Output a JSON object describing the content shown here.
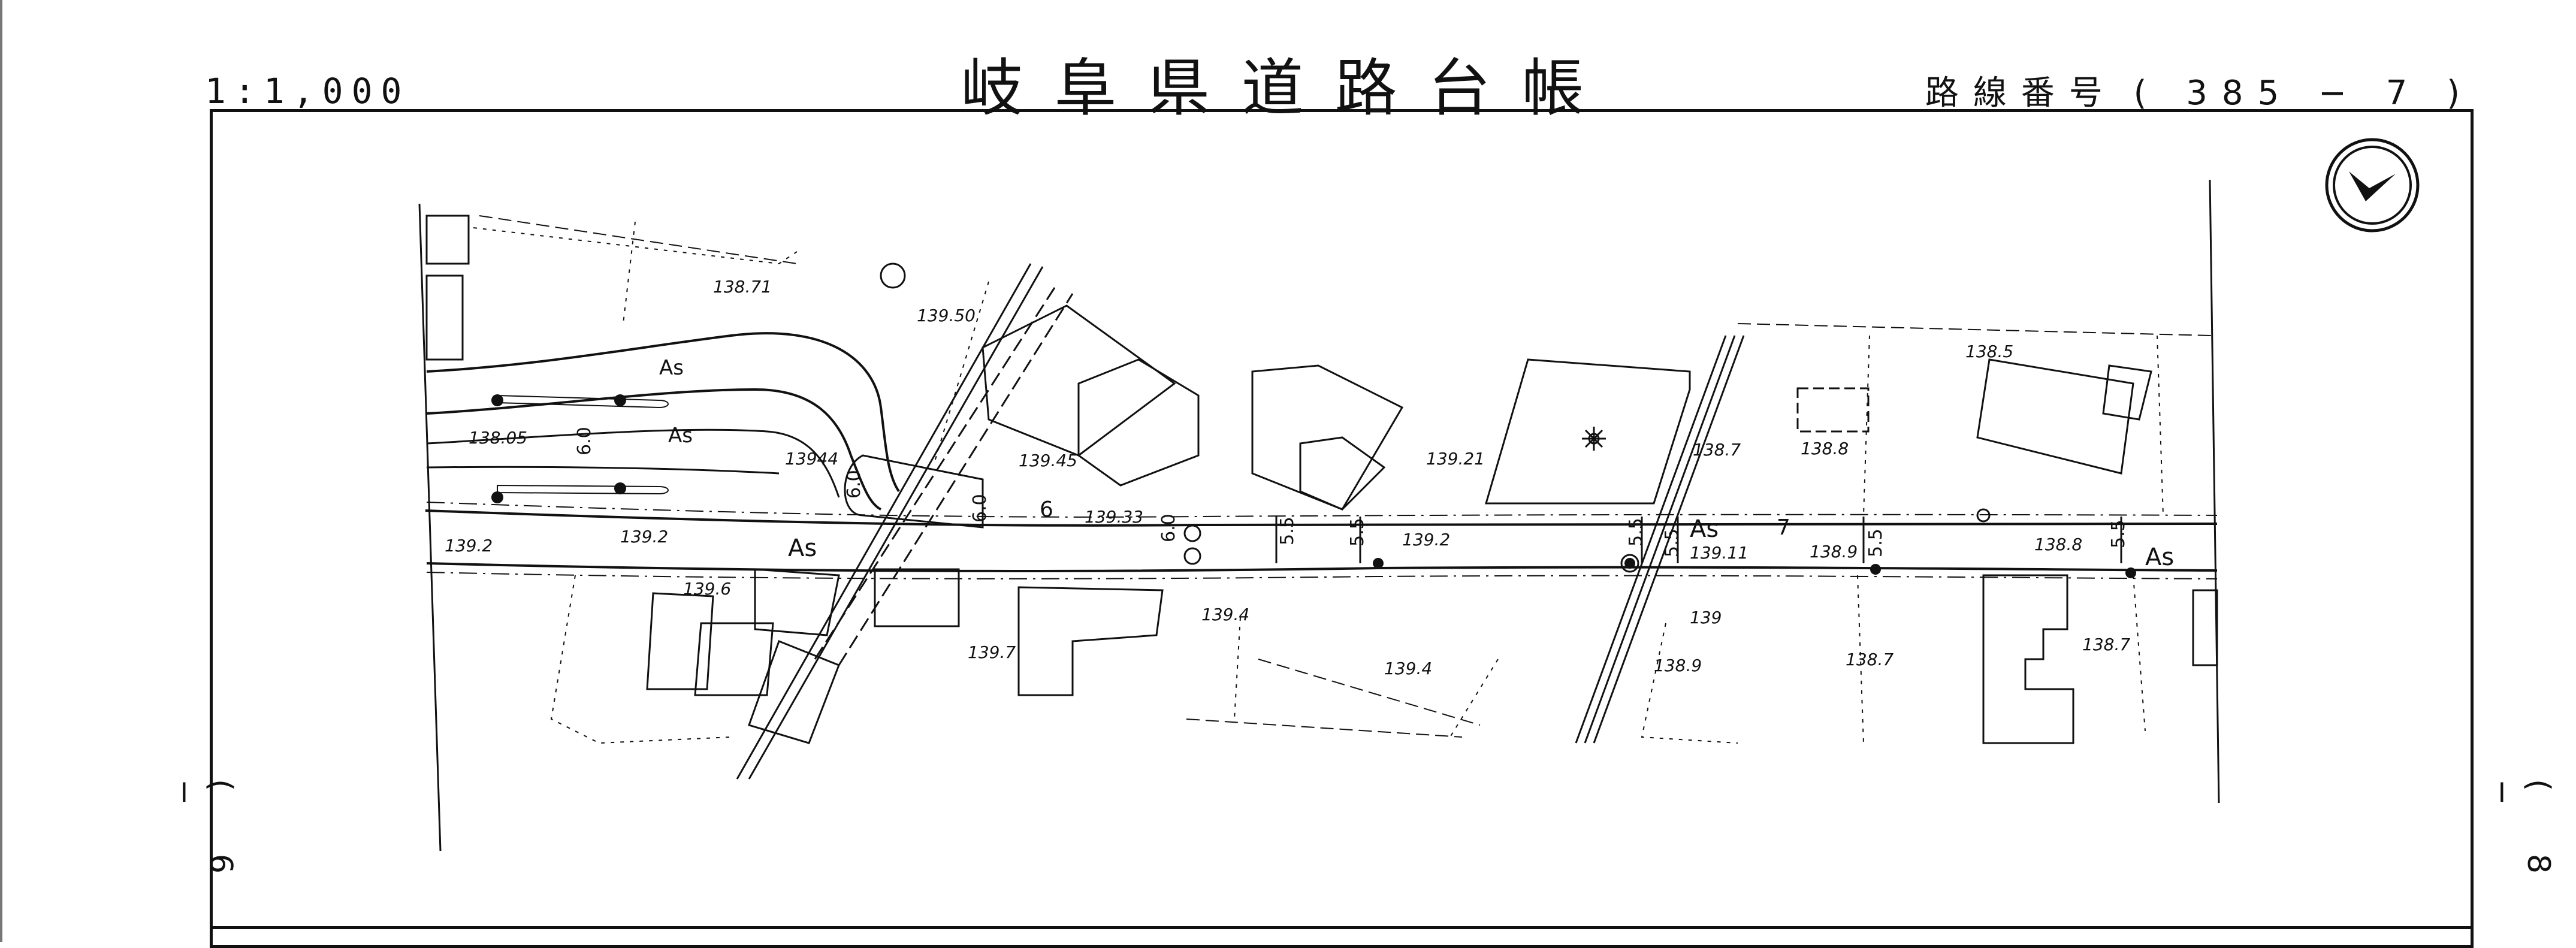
{
  "header": {
    "title": "岐阜県道路台帳",
    "scale": "1:1,000",
    "route_label": "路線番号",
    "route_number": "( 385 − 7 )"
  },
  "sheet_refs": {
    "left": "( 6 −",
    "right": "( 8 −"
  },
  "map": {
    "road_labels": {
      "as1": "As",
      "as2": "As",
      "as3": "As",
      "as4": "As",
      "as5": "As"
    },
    "widths": {
      "w1": "6.0",
      "w2": "6.0",
      "w3": "6.0",
      "w4": "6",
      "w5": "5.5",
      "w6": "5.5",
      "w7": "5.5",
      "w8": "5.5",
      "w9": "7",
      "w10": "5.5",
      "w11": "5.5",
      "w12": "6.0"
    },
    "elevations": {
      "e1": "138.71",
      "e2": "139.50",
      "e3": "138.05",
      "e4": "13944",
      "e5": "139.45",
      "e6": "139.33",
      "e7": "139.2",
      "e8": "139.2",
      "e9": "139.21",
      "e10": "139.2",
      "e11": "138.7",
      "e12": "138.8",
      "e13": "138.5",
      "e14": "139.11",
      "e15": "138.9",
      "e16": "138.8",
      "e17": "139.6",
      "e18": "139.4",
      "e19": "139.7",
      "e20": "139.4",
      "e21": "139",
      "e22": "138.9",
      "e23": "138.7",
      "e24": "138.7"
    }
  }
}
